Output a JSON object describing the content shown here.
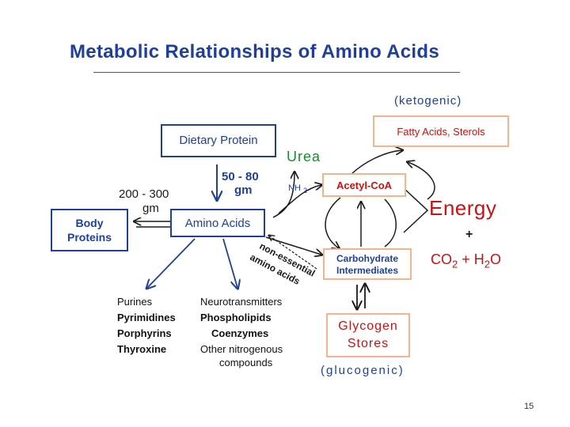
{
  "title": "Metabolic Relationships of Amino Acids",
  "nodes": {
    "dietary_protein": "Dietary Protein",
    "amino_acids": "Amino Acids",
    "body_proteins": [
      "Body",
      "Proteins"
    ],
    "acetyl_coa": "Acetyl-CoA",
    "fatty_acids": "Fatty Acids,  Sterols",
    "carbohydrate": [
      "Carbohydrate",
      "Intermediates"
    ],
    "glycogen": [
      "Glycogen",
      "Stores"
    ],
    "urea": "Urea",
    "energy": "Energy"
  },
  "labels": {
    "ketogenic": "(ketogenic)",
    "glucogenic": "(glucogenic)",
    "intake_amount": [
      "50  - 80",
      "gm"
    ],
    "turnover_amount": [
      "200  - 300",
      "gm"
    ],
    "nh2": "NH",
    "nh2_sub": "2",
    "plus": "+",
    "co2": "CO",
    "co2_sub": "2",
    "h2o_plus": " + H",
    "h2o_sub": "2",
    "h2o_o": "O",
    "non_essential": [
      "non-essential",
      "amino acids"
    ]
  },
  "lists": {
    "left": [
      "Purines",
      "Pyrimidines",
      "Porphyrins",
      "Thyroxine"
    ],
    "right": [
      "Neurotransmitters",
      "Phospholipids",
      "Coenzymes",
      "Other nitrogenous",
      "compounds"
    ]
  },
  "colors": {
    "navy": "#1f3f9a",
    "green": "#1a8a2e",
    "red": "#cc1111",
    "orange_border": "#f2b48a",
    "carb_text": "#1f3f9a"
  },
  "page_number": "15"
}
